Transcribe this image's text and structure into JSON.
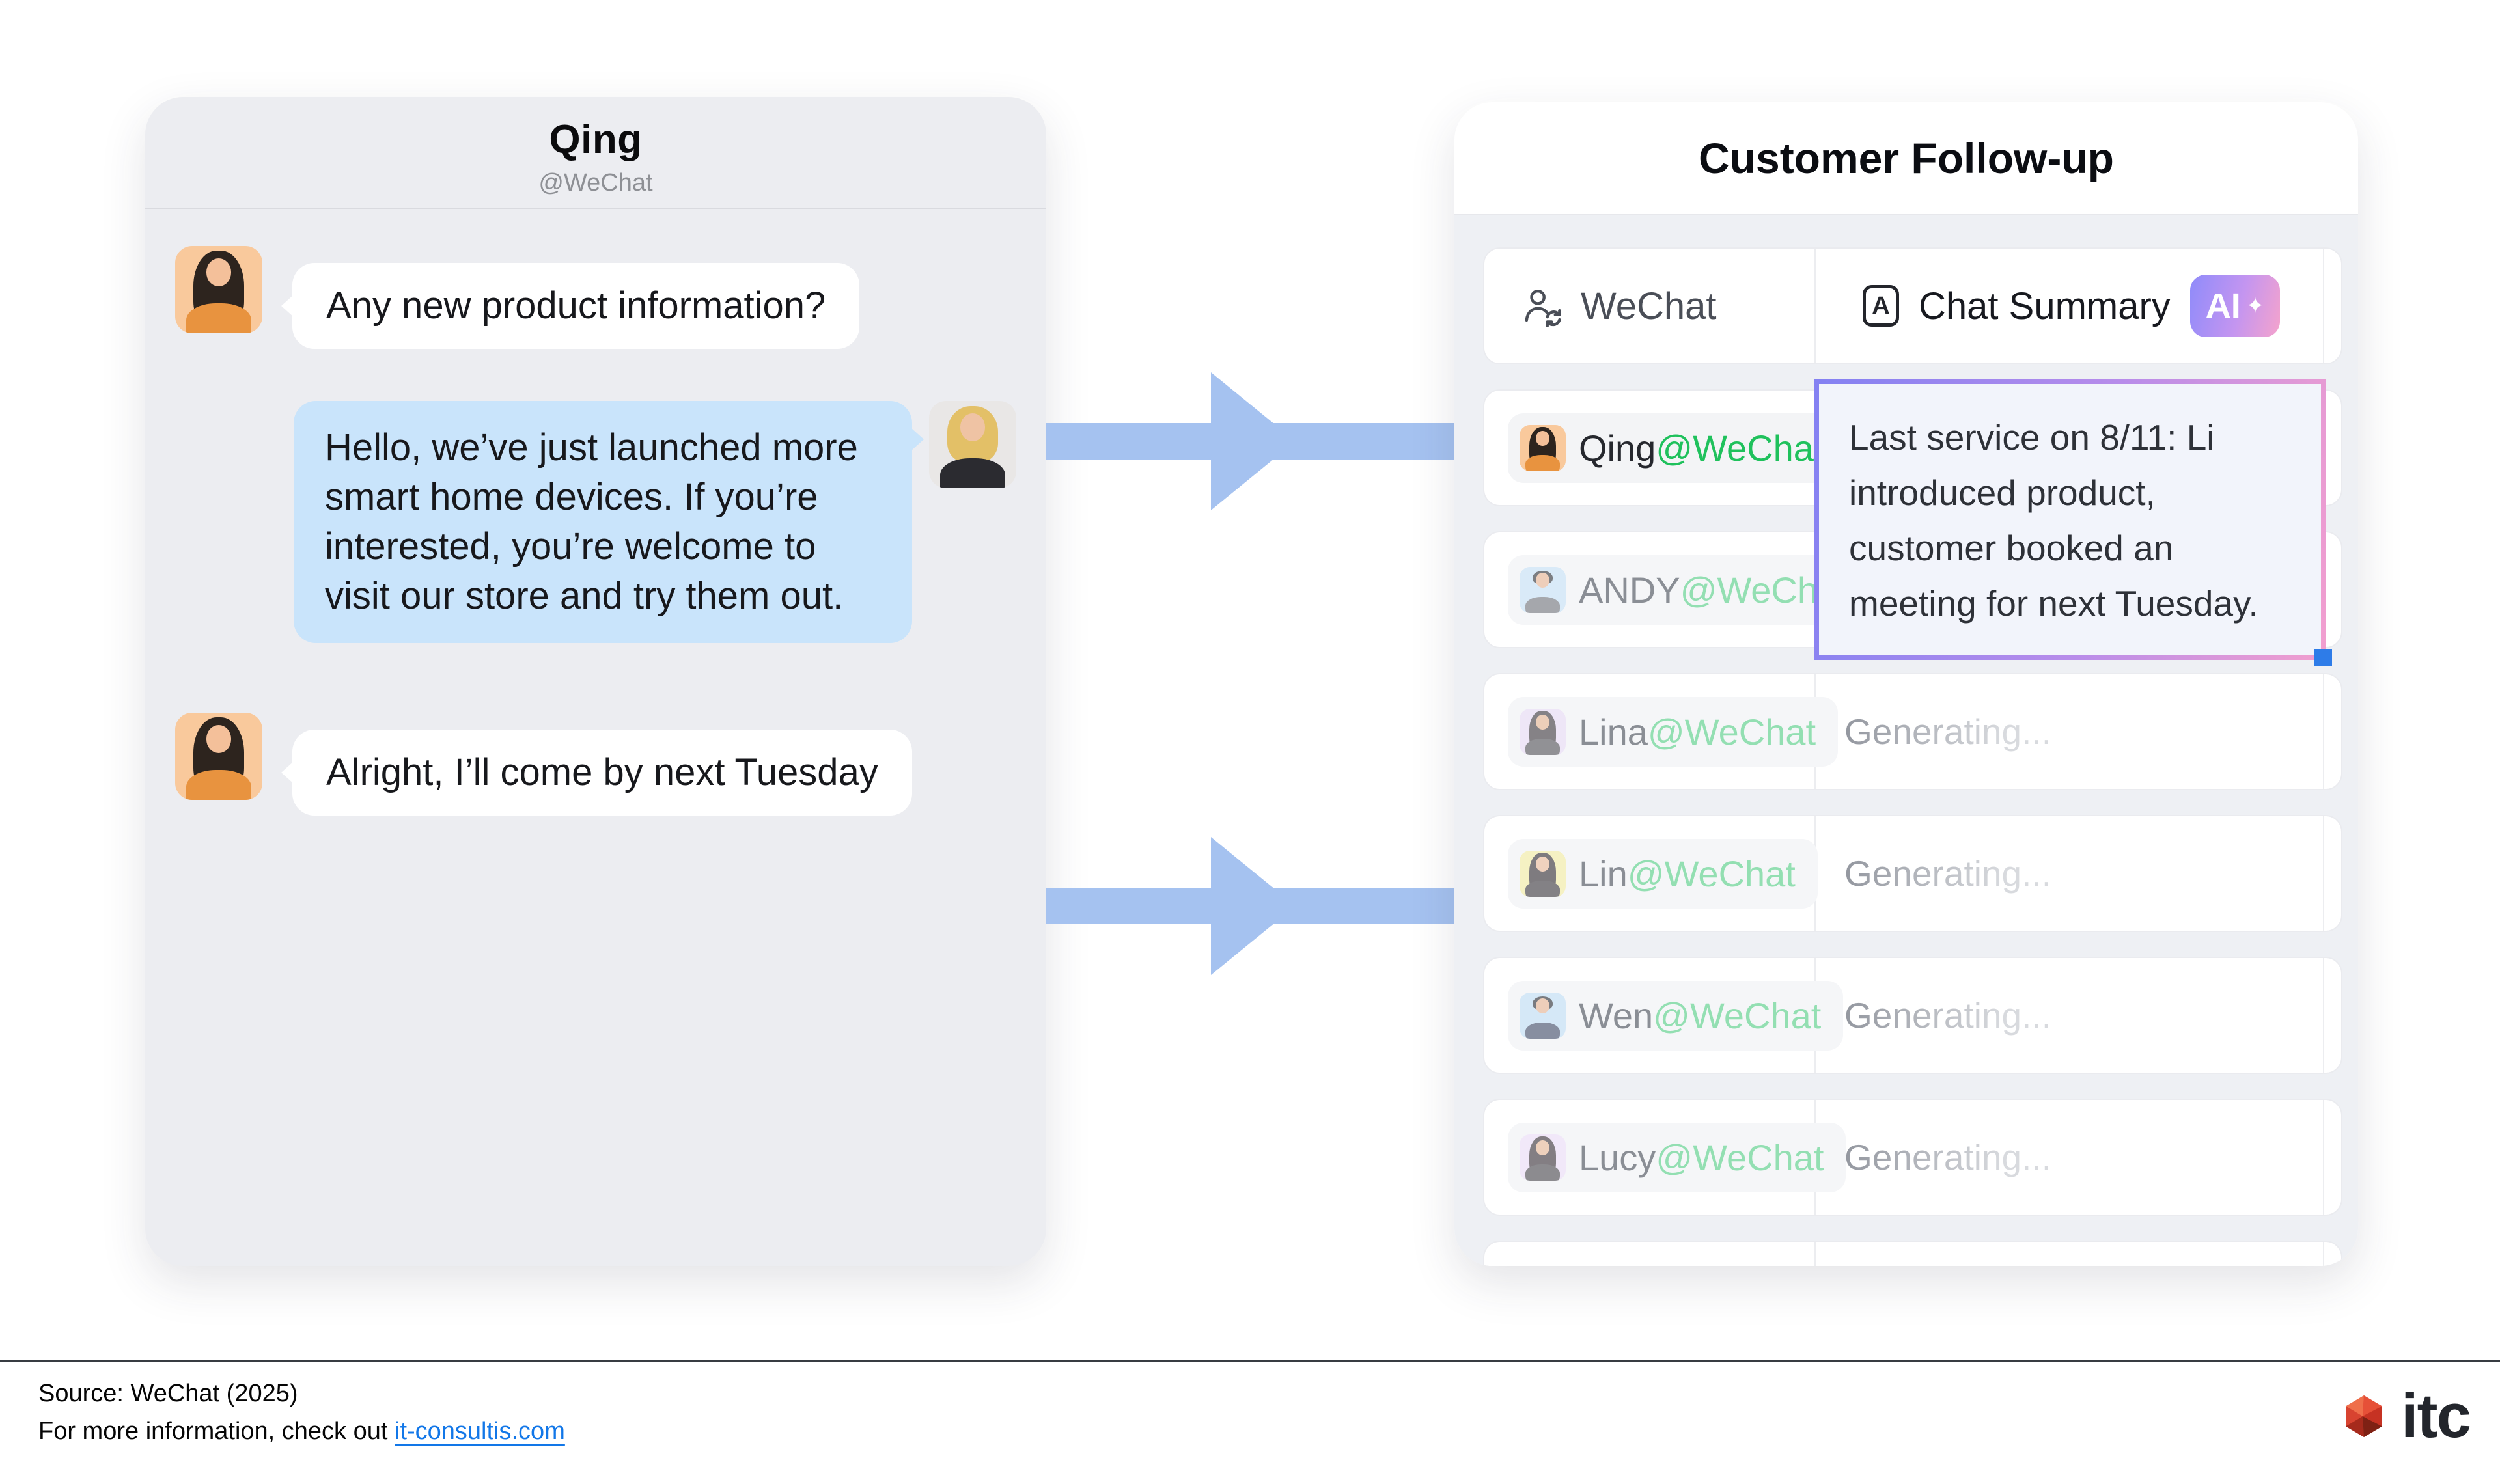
{
  "chat": {
    "title": "Qing",
    "subtitle": "@WeChat",
    "messages": [
      {
        "direction": "incoming",
        "text": "Any new product information?"
      },
      {
        "direction": "outgoing",
        "text": "Hello, we’ve just launched more smart home devices. If you’re interested, you’re welcome to visit our store and try them out."
      },
      {
        "direction": "incoming",
        "text": "Alright, I’ll come by next Tuesday"
      }
    ]
  },
  "followup": {
    "title": "Customer Follow-up",
    "columns": {
      "channel": {
        "icon": "contact-sync-icon",
        "label": "WeChat"
      },
      "summary": {
        "icon": "letter-a-icon",
        "icon_letter": "A",
        "label": "Chat Summary",
        "badge": "AI",
        "badge_sparkle": "✦"
      }
    },
    "selected_summary": {
      "text": "Last service on 8/11: Li introduced product, customer booked an meeting for next Tuesday."
    },
    "rows": [
      {
        "name": "Qing",
        "handle": "@WeChat",
        "status": ""
      },
      {
        "name": "ANDY",
        "handle": "@WeChat",
        "status": ""
      },
      {
        "name": "Lina",
        "handle": "@WeChat",
        "status": "Generating..."
      },
      {
        "name": "Lin",
        "handle": "@WeChat",
        "status": "Generating..."
      },
      {
        "name": "Wen",
        "handle": "@WeChat",
        "status": "Generating..."
      },
      {
        "name": "Lucy",
        "handle": "@WeChat",
        "status": "Generating..."
      }
    ]
  },
  "footer": {
    "source": "Source: WeChat (2025)",
    "info_prefix": "For more information, check out ",
    "link": "it-consultis.com",
    "logo_text": "itc"
  },
  "colors": {
    "wechat_green": "#1FC15C",
    "arrow_blue": "#A5C2F0",
    "bubble_blue": "#C9E4FB",
    "panel_gray": "#ECEDF1",
    "ai_badge_gradient": [
      "#8F8BFA",
      "#F5A3CC"
    ],
    "selection_border_gradient": [
      "#8481F2",
      "#F19ECF"
    ],
    "fill_handle_blue": "#2E7CE8",
    "link_blue": "#1277E8",
    "logo_red": "#D6392A"
  }
}
